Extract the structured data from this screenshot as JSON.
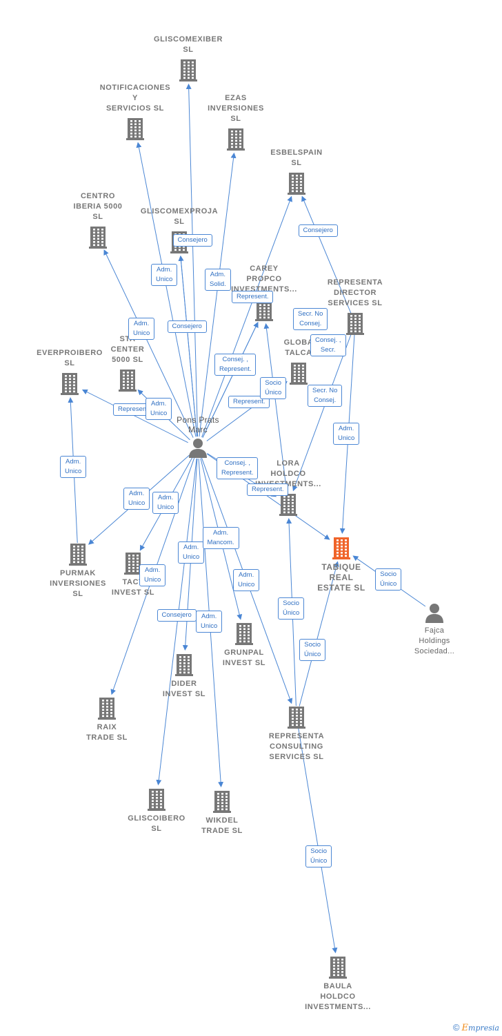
{
  "colors": {
    "edge": "#4a86d4",
    "building": "#777777",
    "focus": "#f0642a",
    "person": "#777777"
  },
  "nodes": [
    {
      "id": "gliscomexiber",
      "type": "company",
      "label": "GLISCOMEXIBER\nSL"
    },
    {
      "id": "notificaciones",
      "type": "company",
      "label": "NOTIFICACIONES\nY\nSERVICIOS  SL"
    },
    {
      "id": "ezas",
      "type": "company",
      "label": "EZAS\nINVERSIONES\nSL"
    },
    {
      "id": "esbelspain",
      "type": "company",
      "label": "ESBELSPAIN\nSL"
    },
    {
      "id": "centro",
      "type": "company",
      "label": "CENTRO\nIBERIA 5000\nSL"
    },
    {
      "id": "gliscomexproja",
      "type": "company",
      "label": "GLISCOMEXPROJA\nSL"
    },
    {
      "id": "carey",
      "type": "company",
      "label": "CAREY\nPROPCO\nINVESTMENTS..."
    },
    {
      "id": "representa_director",
      "type": "company",
      "label": "REPRESENTA\nDIRECTOR\nSERVICES  SL"
    },
    {
      "id": "everproibero",
      "type": "company",
      "label": "EVERPROIBERO\nSL"
    },
    {
      "id": "star",
      "type": "company",
      "label": "STA\nCENTER\n5000  SL"
    },
    {
      "id": "global",
      "type": "company",
      "label": "GLOBA\nTALCA"
    },
    {
      "id": "pons",
      "type": "person",
      "label": "Pons Prats\nMarc"
    },
    {
      "id": "lora",
      "type": "company",
      "label": "LORA\nHOLDCO\nINVESTMENTS..."
    },
    {
      "id": "tabique",
      "type": "focus",
      "label": "TABIQUE\nREAL\nESTATE  SL"
    },
    {
      "id": "purmak",
      "type": "company",
      "label": "PURMAK\nINVERSIONES\nSL"
    },
    {
      "id": "tact",
      "type": "company",
      "label": "TACT\nINVEST  SL"
    },
    {
      "id": "fajca",
      "type": "person",
      "label": "Fajca\nHoldings\nSociedad..."
    },
    {
      "id": "grunpal",
      "type": "company",
      "label": "GRUNPAL\nINVEST  SL"
    },
    {
      "id": "dider",
      "type": "company",
      "label": "DIDER\nINVEST  SL"
    },
    {
      "id": "raix",
      "type": "company",
      "label": "RAIX\nTRADE  SL"
    },
    {
      "id": "representa_consulting",
      "type": "company",
      "label": "REPRESENTA\nCONSULTING\nSERVICES  SL"
    },
    {
      "id": "gliscoibero",
      "type": "company",
      "label": "GLISCOIBERO\nSL"
    },
    {
      "id": "wikdel",
      "type": "company",
      "label": "WIKDEL\nTRADE  SL"
    },
    {
      "id": "baula",
      "type": "company",
      "label": "BAULA\nHOLDCO\nINVESTMENTS..."
    }
  ],
  "edges": [
    {
      "from": "pons",
      "to": "gliscomexiber",
      "label": ""
    },
    {
      "from": "pons",
      "to": "notificaciones",
      "label": ""
    },
    {
      "from": "pons",
      "to": "ezas",
      "label": "Adm.\nSolid."
    },
    {
      "from": "pons",
      "to": "gliscomexproja",
      "label": "Consejero"
    },
    {
      "from": "pons",
      "to": "gliscomexproja",
      "label": "Adm.\nUnico"
    },
    {
      "from": "pons",
      "to": "centro",
      "label": "Adm.\nUnico"
    },
    {
      "from": "pons",
      "to": "esbelspain",
      "label": "Represent."
    },
    {
      "from": "pons",
      "to": "carey",
      "label": "Consejero"
    },
    {
      "from": "pons",
      "to": "carey",
      "label": "Consej. ,\nRepresent."
    },
    {
      "from": "pons",
      "to": "global",
      "label": "Represent."
    },
    {
      "from": "pons",
      "to": "everproibero",
      "label": "Represent."
    },
    {
      "from": "pons",
      "to": "star",
      "label": "Adm.\nUnico"
    },
    {
      "from": "pons",
      "to": "lora",
      "label": "Consej. ,\nRepresent."
    },
    {
      "from": "pons",
      "to": "tabique",
      "label": "Represent."
    },
    {
      "from": "pons",
      "to": "purmak",
      "label": "Adm.\nUnico"
    },
    {
      "from": "pons",
      "to": "tact",
      "label": "Adm.\nUnico"
    },
    {
      "from": "pons",
      "to": "raix",
      "label": "Adm.\nUnico"
    },
    {
      "from": "pons",
      "to": "dider",
      "label": "Adm.\nUnico"
    },
    {
      "from": "pons",
      "to": "gliscoibero",
      "label": "Consejero"
    },
    {
      "from": "pons",
      "to": "wikdel",
      "label": "Adm.\nUnico"
    },
    {
      "from": "pons",
      "to": "grunpal",
      "label": "Adm.\nMancom."
    },
    {
      "from": "pons",
      "to": "representa_consulting",
      "label": "Adm.\nUnico"
    },
    {
      "from": "purmak",
      "to": "everproibero",
      "label": "Adm.\nUnico"
    },
    {
      "from": "representa_director",
      "to": "esbelspain",
      "label": "Consejero"
    },
    {
      "from": "representa_director",
      "to": "lora",
      "label": "Consej. ,\nSecr."
    },
    {
      "from": "representa_director",
      "to": "tabique",
      "label": "Adm.\nUnico"
    },
    {
      "from": "lora",
      "to": "carey",
      "label": "Socio\nÚnico"
    },
    {
      "from": "representa_consulting",
      "to": "lora",
      "label": "Socio\nÚnico"
    },
    {
      "from": "representa_consulting",
      "to": "tabique",
      "label": "Socio\nÚnico"
    },
    {
      "from": "representa_consulting",
      "to": "baula",
      "label": "Socio\nÚnico"
    },
    {
      "from": "fajca",
      "to": "tabique",
      "label": "Socio\nÚnico"
    }
  ],
  "extra_labels": [
    "Secr.  No\nConsej.",
    "Secr.  No\nConsej."
  ],
  "logo": {
    "copyright": "©",
    "brand_initial": "E",
    "brand_rest": "mpresia"
  }
}
